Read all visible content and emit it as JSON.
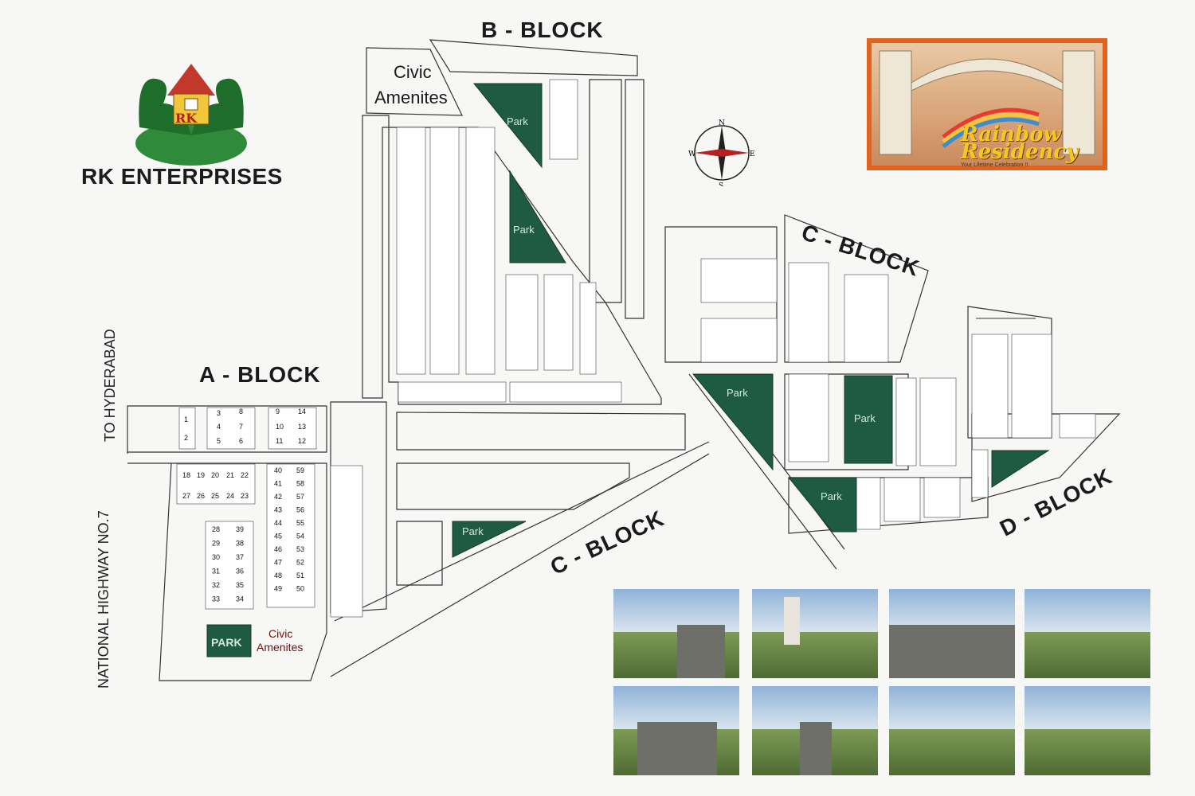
{
  "company": {
    "name": "RK ENTERPRISES",
    "logo_text": "RK"
  },
  "banner": {
    "title_line1": "Rainbow",
    "title_line2": "Residency",
    "tagline": "Your Lifetime Celebration !!"
  },
  "blocks": {
    "a": "A - BLOCK",
    "b": "B - BLOCK",
    "c_upper": "C - BLOCK",
    "c_lower": "C - BLOCK",
    "d": "D - BLOCK"
  },
  "roads": {
    "highway": "NATIONAL HIGHWAY NO.7",
    "to_city": "TO HYDERABAD"
  },
  "amenities": {
    "civic_top_1": "Civic",
    "civic_top_2": "Amenites",
    "civic_bottom_1": "Civic",
    "civic_bottom_2": "Amenites",
    "park_caps": "PARK",
    "park": "Park"
  },
  "compass": {
    "n": "N",
    "s": "S",
    "e": "E",
    "w": "W"
  },
  "colors": {
    "park": "#1f5a43",
    "banner_border": "#e2631d",
    "lot_line": "#333333"
  },
  "a_block": {
    "top_row_a": [
      "1",
      "2"
    ],
    "top_row_b": [
      "3",
      "8",
      "4",
      "7",
      "5",
      "6"
    ],
    "top_row_c": [
      "9",
      "14",
      "10",
      "13",
      "11",
      "12"
    ],
    "mid_row": [
      "18",
      "19",
      "20",
      "21",
      "22",
      "27",
      "26",
      "25",
      "24",
      "23"
    ],
    "col_left": [
      "28",
      "39",
      "29",
      "38",
      "30",
      "37",
      "31",
      "36",
      "32",
      "35",
      "33",
      "34"
    ],
    "col_right": [
      "40",
      "59",
      "41",
      "58",
      "42",
      "57",
      "43",
      "56",
      "44",
      "55",
      "45",
      "54",
      "46",
      "53",
      "47",
      "52",
      "48",
      "51",
      "49",
      "50"
    ]
  }
}
